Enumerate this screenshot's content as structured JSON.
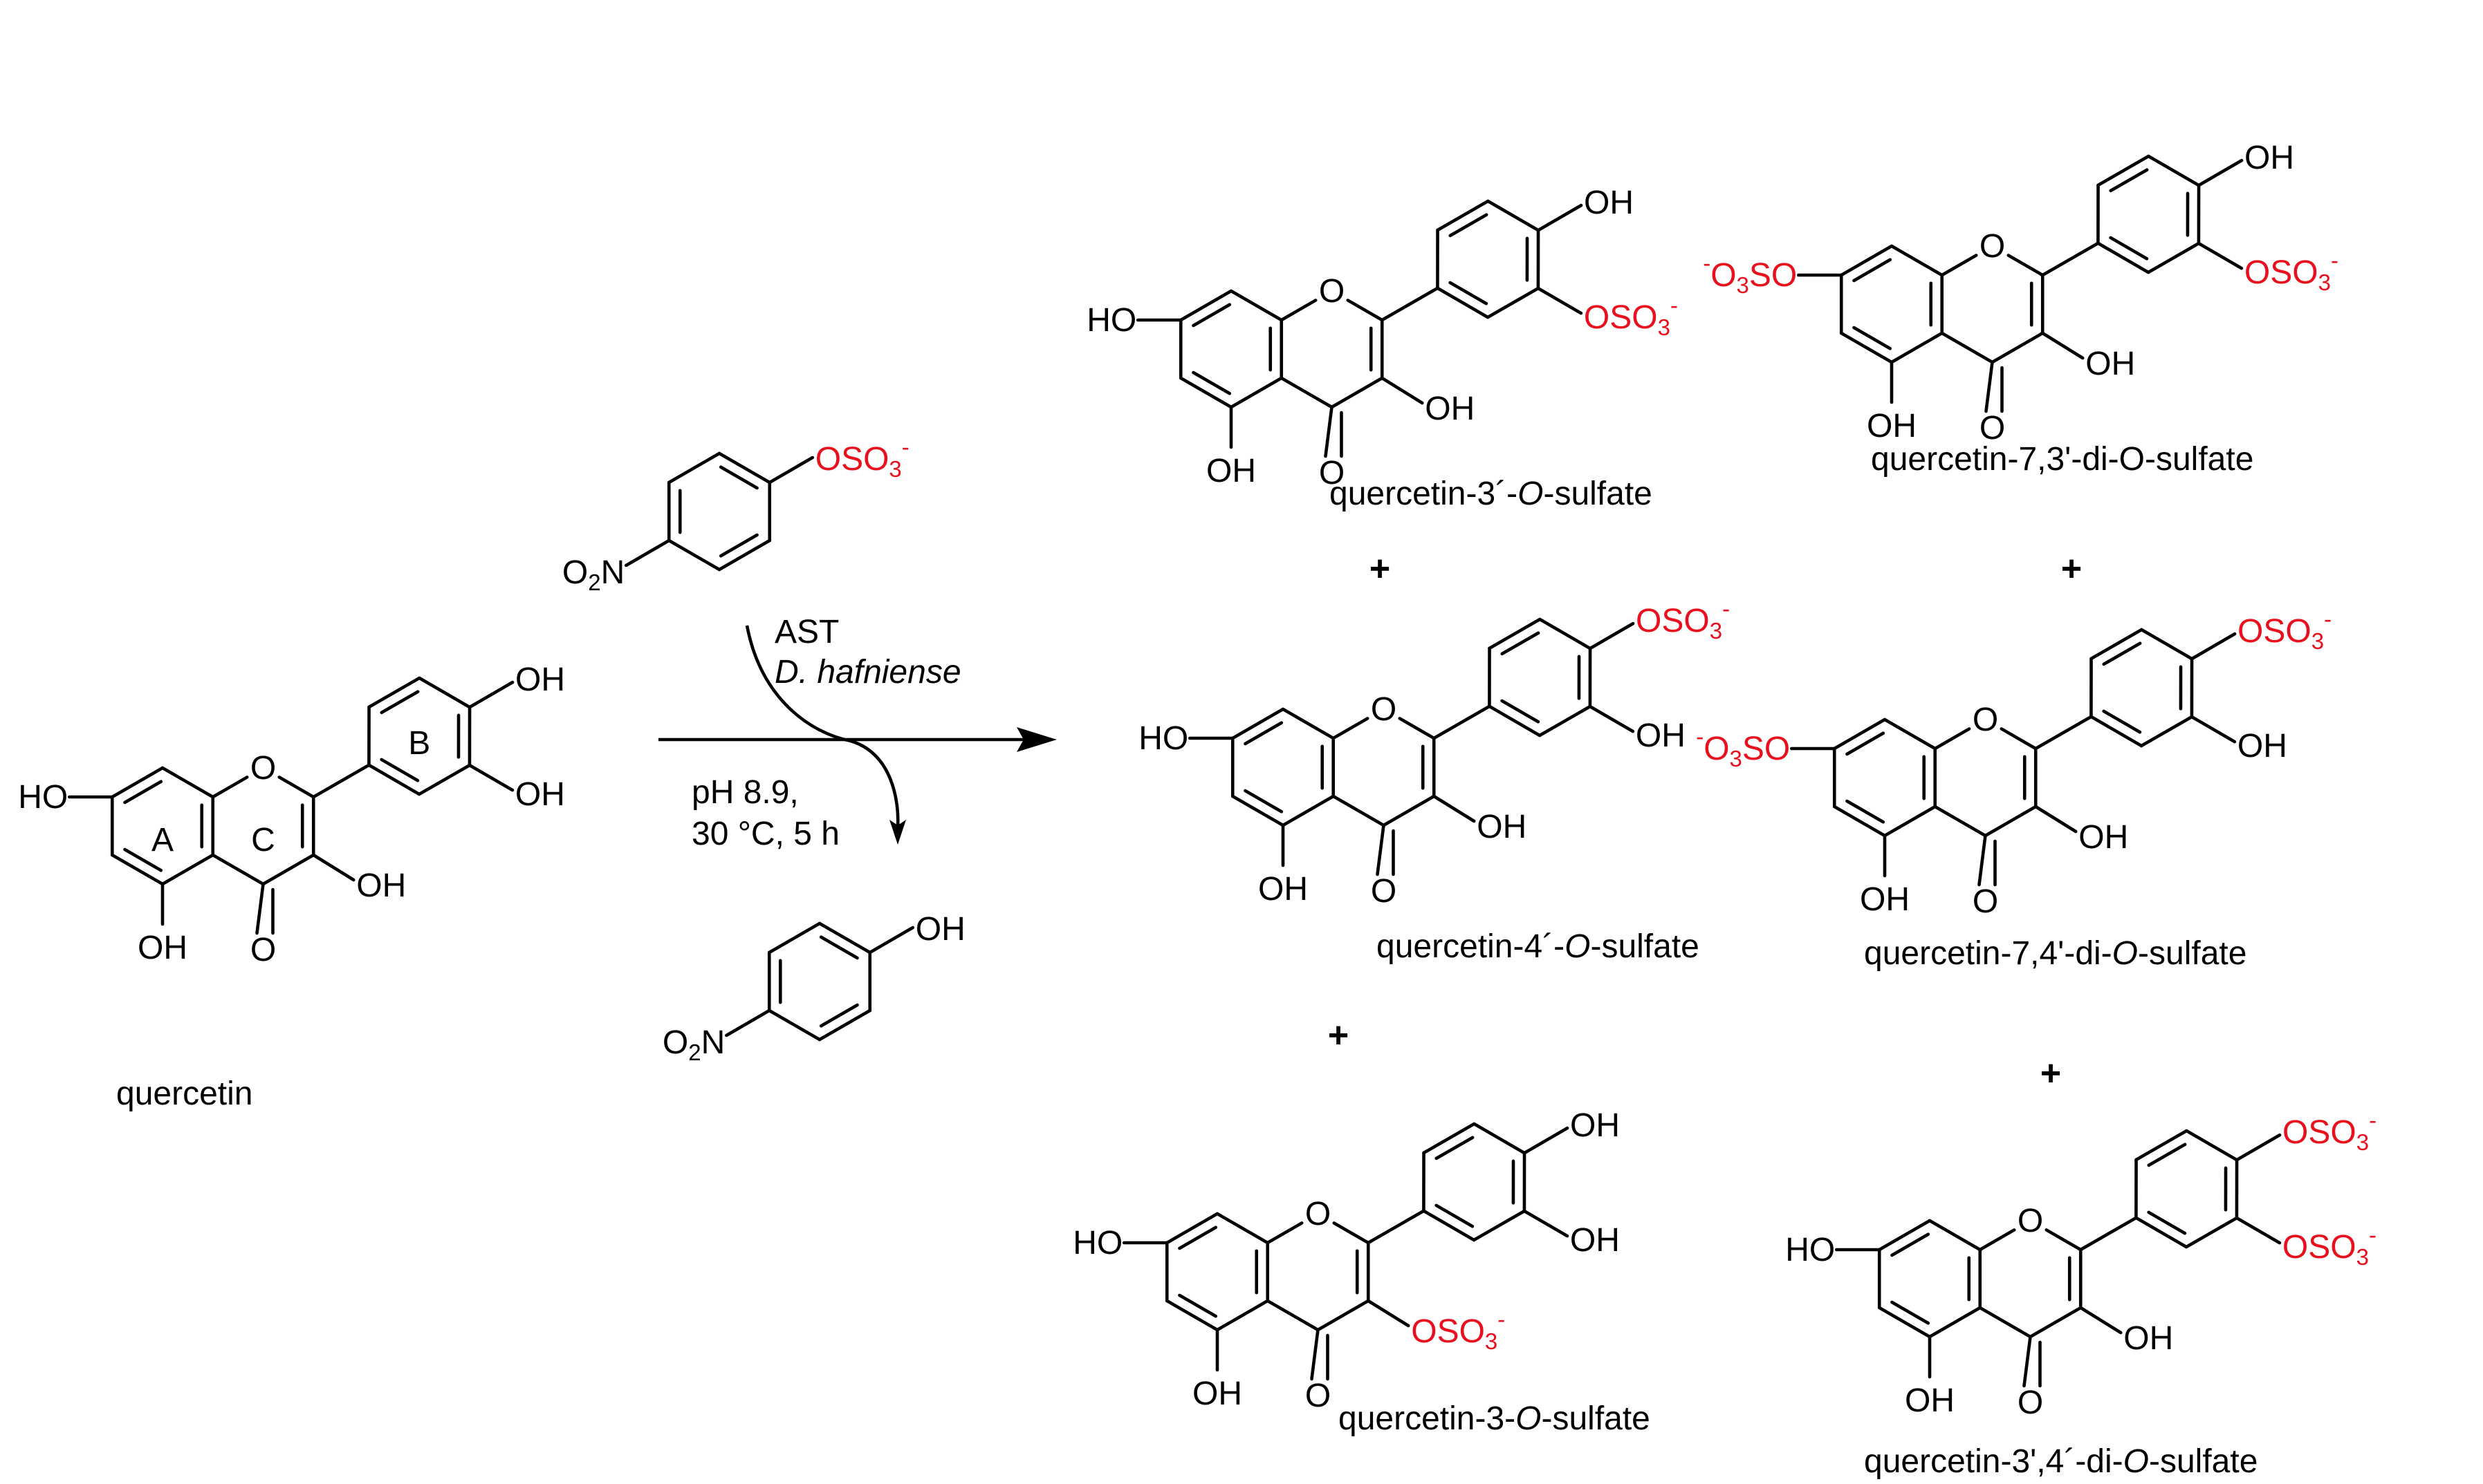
{
  "colors": {
    "ink": "#000000",
    "sulfate": "#e8101c"
  },
  "labels": {
    "hydroxyl": "OH",
    "hydroxyl_left": "HO",
    "ring_oxygen": "O",
    "carbonyl_oxygen": "O",
    "sulfate_O": "OSO",
    "sulfate_left_prefix": "O",
    "sulfate_left_suffix": "SO",
    "sulfate_sub": "3",
    "sulfate_charge": "-",
    "nitro_O": "O",
    "nitro_sub": "2",
    "nitro_N": "N"
  },
  "quercetin": {
    "name": "quercetin",
    "ring_labels": [
      "A",
      "C",
      "B"
    ]
  },
  "reagents": {
    "donor": "p-nitrophenyl sulfate",
    "byproduct": "p-nitrophenol"
  },
  "conditions": {
    "enzyme": "AST",
    "organism": "D. hafniense",
    "ph": "pH 8.9,",
    "temp_time": "30 °C, 5 h"
  },
  "plus_sign": "+",
  "products": [
    {
      "id": "q3p",
      "name_parts": [
        "quercetin-3´-",
        "O",
        "-sulfate"
      ]
    },
    {
      "id": "q4p",
      "name_parts": [
        "quercetin-4´-",
        "O",
        "-sulfate"
      ]
    },
    {
      "id": "q3",
      "name_parts": [
        "quercetin-3-",
        "O",
        "-sulfate"
      ]
    },
    {
      "id": "q73",
      "name_parts": [
        "quercetin-7,3'-di-O-sulfate",
        "",
        ""
      ]
    },
    {
      "id": "q74",
      "name_parts": [
        "quercetin-7,4'-di-",
        "O",
        "-sulfate"
      ]
    },
    {
      "id": "q34",
      "name_parts": [
        "quercetin-3',4´-di-",
        "O",
        "-sulfate"
      ]
    }
  ]
}
